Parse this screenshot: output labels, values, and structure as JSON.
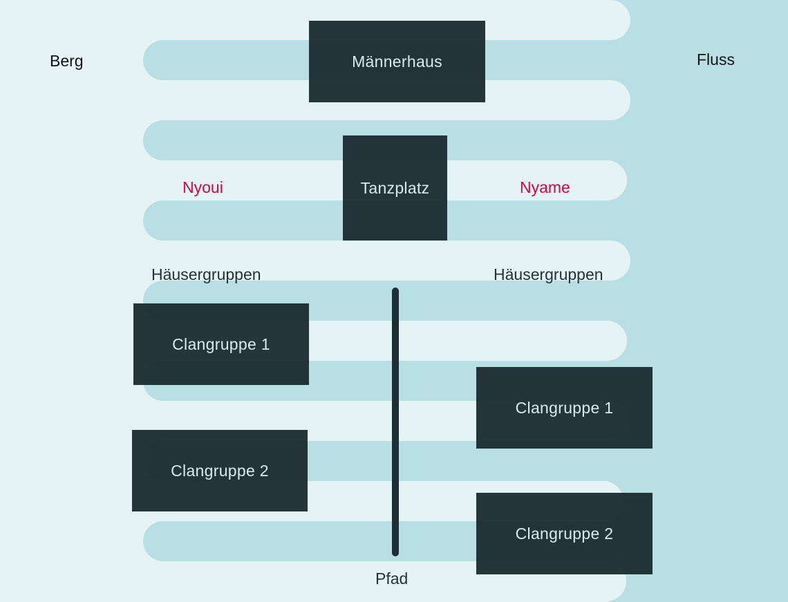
{
  "labels": {
    "berg": "Berg",
    "fluss": "Fluss",
    "nyoui": "Nyoui",
    "nyame": "Nyame",
    "haeusergruppen_left": "Häusergruppen",
    "haeusergruppen_right": "Häusergruppen",
    "pfad": "Pfad"
  },
  "boxes": {
    "maennerhaus": "Männerhaus",
    "tanzplatz": "Tanzplatz",
    "left_clan1": "Clangruppe 1",
    "left_clan2": "Clangruppe 2",
    "right_clan1": "Clangruppe 1",
    "right_clan2": "Clangruppe 2"
  },
  "colors": {
    "background": "#e5f3f5",
    "river": "#b8dfe4",
    "box": "#1f2e36",
    "accent_red": "#d7063f"
  }
}
